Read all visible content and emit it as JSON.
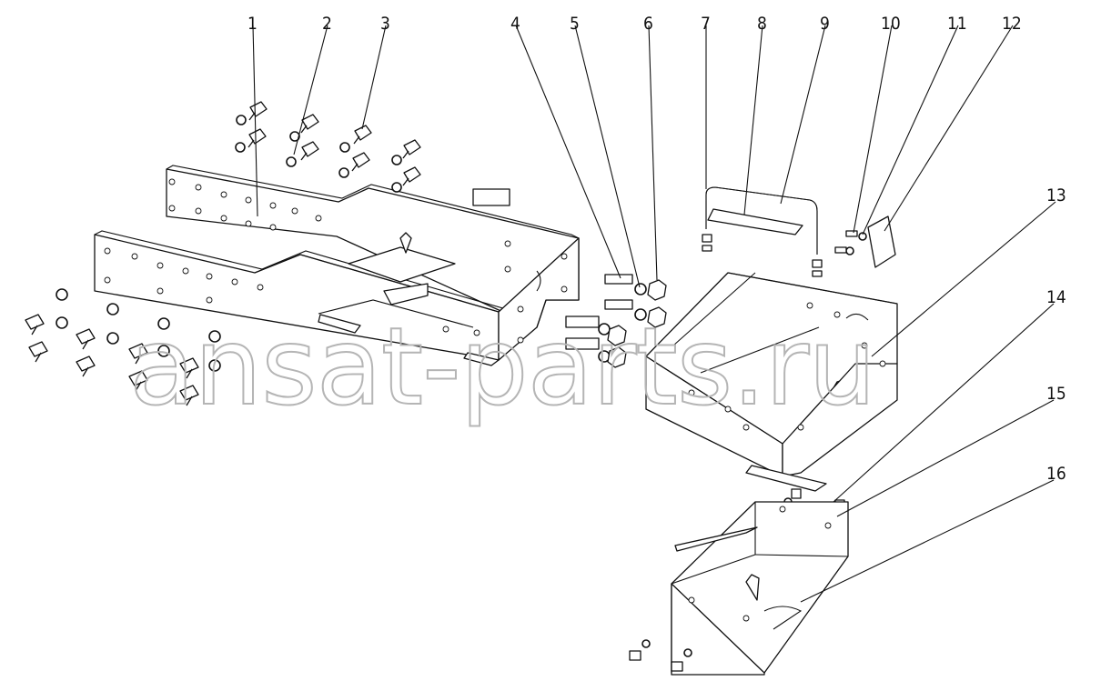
{
  "watermark": "ansat-parts.ru",
  "callouts": [
    "1",
    "2",
    "3",
    "4",
    "5",
    "6",
    "7",
    "8",
    "9",
    "10",
    "11",
    "12",
    "13",
    "14",
    "15",
    "16"
  ]
}
